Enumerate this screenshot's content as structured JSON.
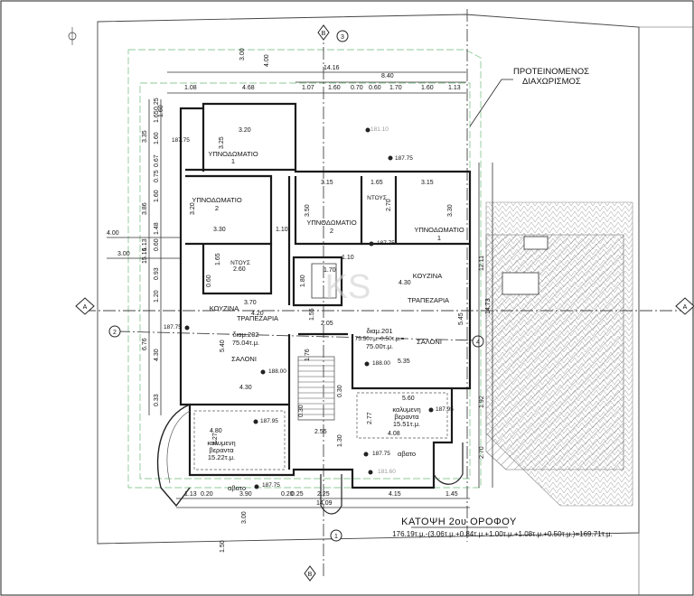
{
  "grid_labels": {
    "a": "A",
    "b": "B",
    "n1": "1",
    "n2": "2",
    "n3": "3",
    "n4": "4"
  },
  "colors": {
    "wall": "#1a1a1a",
    "property_line": "#8fc99a",
    "hatch": "#777777",
    "background": "#ffffff"
  },
  "callout": {
    "line1": "ΠΡΟΤΕΙΝΟΜΕΝΟΣ",
    "line2": "ΔΙΑΧΩΡΙΣΜΟΣ"
  },
  "rooms": {
    "bedroom1": "ΥΠΝΟΔΩΜΑΤΙΟ",
    "bedroom1_no": "1",
    "bedroom2": "ΥΠΝΟΔΩΜΑΤΙΟ",
    "bedroom2_no": "2",
    "bedroom2b": "ΥΠΝΟΔΩΜΑΤΙΟ",
    "bedroom2b_no": "2",
    "bedroom1b": "ΥΠΝΟΔΩΜΑΤΙΟ",
    "bedroom1b_no": "1",
    "shower_left": "ΝΤΟΥΣ",
    "shower_right": "ΝΤΟΥΣ",
    "kitchen_left": "ΚΟΥΖΙΝΑ",
    "kitchen_right": "ΚΟΥΖΙΝΑ",
    "dining_left": "ΤΡΑΠΕΖΑΡΙΑ",
    "dining_right": "ΤΡΑΠΕΖΑΡΙΑ",
    "living_left": "ΣΑΛΟΝΙ",
    "living_right": "ΣΑΛΟΝΙ",
    "apt202": "διαμ.202",
    "apt202_area": "75.04τ.μ.",
    "apt201": "διαμ.201",
    "apt201_calc": "75.50τ.μ.-0.50τ.μ.=",
    "apt201_area": "75.00τ.μ.",
    "veranda_left_1": "καλυμενη",
    "veranda_left_2": "βεραντα",
    "veranda_left_area": "15.22τ.μ.",
    "veranda_right_1": "καλυμενη",
    "veranda_right_2": "βεραντα",
    "veranda_right_area": "15.51τ.μ.",
    "abato_right": "αβατο",
    "abato_bottom": "αβατο"
  },
  "levels": {
    "l1": "187.75",
    "l2": "187.75",
    "l3": "187.75",
    "l4": "187.75",
    "l5": "187.75",
    "l6": "187.75",
    "l7": "187.75",
    "l8": "188.00",
    "l9": "188.00",
    "l10": "187.95",
    "l11": "187.95",
    "l12": "181.10",
    "l13": "181.60"
  },
  "dims": {
    "top_total": "14.16",
    "top_right": "8.40",
    "top_3": "3.00",
    "top_4": "4.00",
    "t1": "1.08",
    "t2": "4.68",
    "t3": "1.07",
    "t4": "1.60",
    "t5": "0.70",
    "t6": "0.60",
    "t7": "1.70",
    "t8": "1.60",
    "t9": "1.13",
    "l1": "3.35",
    "l2": "1.60",
    "l3": "0.67",
    "l4": "0.75",
    "l5": "1.60",
    "l6": "3.86",
    "l7": "1.48",
    "l8": "0.60",
    "l9": "0.93",
    "l10": "1.20",
    "l11": "6.76",
    "l12": "4.30",
    "l13": "0.33",
    "l14": "15.16",
    "l15": "1.13",
    "l4m": "4.00",
    "l3m": "3.00",
    "l0": "0.25",
    "l0b": "1.65",
    "r1": "12.11",
    "r2": "14.73",
    "r3": "1.92",
    "r4": "2.70",
    "b1": "1.13",
    "b2": "0.20",
    "b3": "3.90",
    "b4": "0.20",
    "b5": "0.25",
    "b6": "2.25",
    "b7": "4.15",
    "b8": "1.45",
    "b_total": "14.09",
    "b_3": "3.00",
    "b_15": "1.50",
    "i320": "3.20",
    "i325": "3.25",
    "i320b": "3.20",
    "i330": "3.30",
    "i110": "1.10",
    "i315": "3.15",
    "i165": "1.65",
    "i315b": "3.15",
    "i350": "3.50",
    "i270": "2.70",
    "i330b": "3.30",
    "i110b": "1.10",
    "i260": "2.60",
    "i165b": "1.65",
    "i060": "0.60",
    "i170": "1.70",
    "i180": "1.80",
    "i430": "4.30",
    "i370": "3.70",
    "i420": "4.20",
    "i155": "1.55",
    "i205": "2.05",
    "i545": "5.45",
    "i540": "5.40",
    "i176": "1.76",
    "i430b": "4.30",
    "i535": "5.35",
    "i560": "5.60",
    "i277": "2.77",
    "i408": "4.08",
    "i030": "0.30",
    "i039": "0.30",
    "i480": "4.80",
    "i327": "3.27",
    "i255": "2.55",
    "i130": "1.30",
    "i160": "1.60"
  },
  "title": "ΚΑΤΟΨΗ 2ου ΟΡΟΦΟΥ",
  "formula": "176.19τ.μ.-(3.06τ.μ.+0.84τ.μ.+1.00τ.μ.+1.08τ.μ.+0.50τ.μ.)=169.71τ.μ.",
  "watermark": "KS"
}
